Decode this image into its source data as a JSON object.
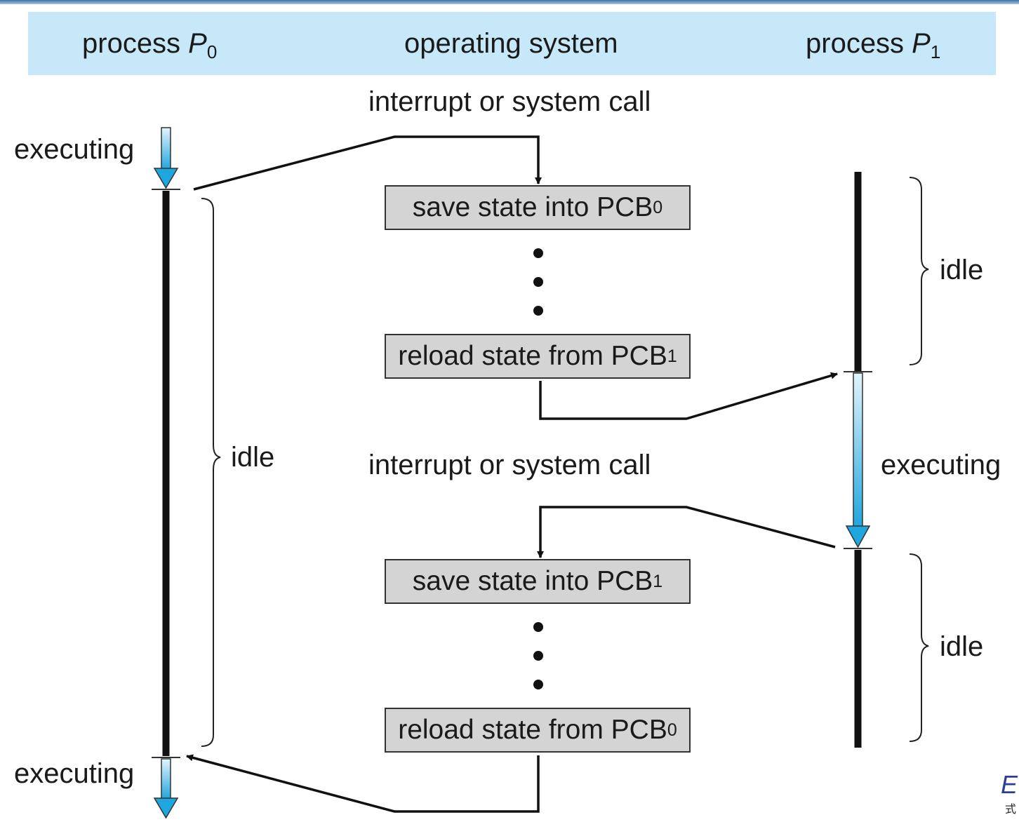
{
  "header": {
    "left_prefix": "process ",
    "left_var": "P",
    "left_sub": "0",
    "center": "operating system",
    "right_prefix": "process ",
    "right_var": "P",
    "right_sub": "1"
  },
  "labels": {
    "interrupt_top": "interrupt or system call",
    "interrupt_mid": "interrupt or system call",
    "p0_executing_top": "executing",
    "p0_executing_bottom": "executing",
    "p0_idle": "idle",
    "p1_idle_top": "idle",
    "p1_executing": "executing",
    "p1_idle_bottom": "idle"
  },
  "boxes": [
    {
      "text": "save state into PCB",
      "sub": "0"
    },
    {
      "text": "reload state from PCB",
      "sub": "1"
    },
    {
      "text": "save state into PCB",
      "sub": "1"
    },
    {
      "text": "reload state from PCB",
      "sub": "0"
    }
  ],
  "corner_mark": {
    "letter": "E",
    "glyph": "式"
  },
  "colors": {
    "header_band": "#c6e8f8",
    "box_fill": "#d4d4d4",
    "arrow_light": "#dff3fc",
    "arrow_dark": "#1ea6de"
  }
}
